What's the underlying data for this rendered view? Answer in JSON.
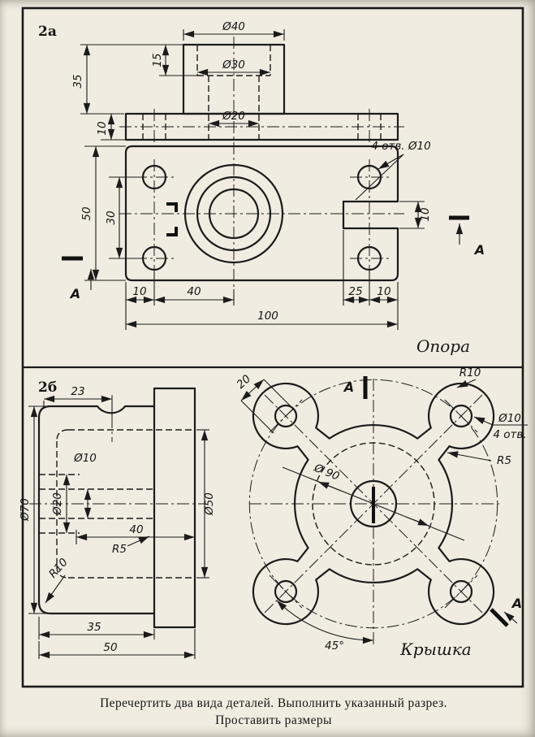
{
  "caption": {
    "line1": "Перечертить два вида деталей. Выполнить указанный разрез.",
    "line2": "Проставить размеры"
  },
  "panel_a": {
    "label": "2а",
    "part_name": "Опора",
    "section_letter": "А",
    "holes_note": "4 отв. Ø10",
    "dims": {
      "d40": "Ø40",
      "h15": "15",
      "d30": "Ø30",
      "h35": "35",
      "h10": "10",
      "d20": "Ø20",
      "v50": "50",
      "v30": "30",
      "notch10": "10",
      "b10l": "10",
      "b40": "40",
      "b25": "25",
      "b10r": "10",
      "b100": "100"
    }
  },
  "panel_b": {
    "label": "2б",
    "part_name": "Крышка",
    "section_letter": "А",
    "holes_note_line1": "Ø10",
    "holes_note_line2": "4 отв.",
    "dims": {
      "t23": "23",
      "d10": "Ø10",
      "d20": "Ø20",
      "d70": "Ø70",
      "w40": "40",
      "r5": "R5",
      "r10": "R10",
      "w35": "35",
      "w50": "50",
      "d50": "Ø50",
      "off20": "20",
      "r10_lobe": "R10",
      "r5_fillet": "R5",
      "d90": "Ø 90",
      "a45": "45°"
    }
  },
  "colors": {
    "paper": "#f0ece1",
    "ink": "#1b1b1b"
  }
}
